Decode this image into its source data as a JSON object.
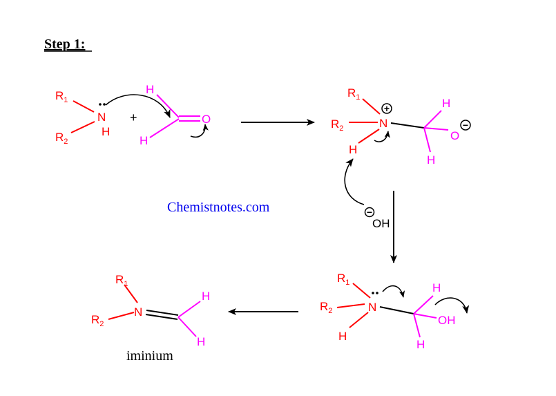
{
  "step_label": "Step 1:",
  "watermark": "Chemistnotes.com",
  "product_label": "iminium",
  "plus_sign": "+",
  "lone_pair": "··",
  "atoms": {
    "R": "R",
    "sub1": "1",
    "sub2": "2",
    "N": "N",
    "H": "H",
    "O": "O",
    "OH": "OH"
  },
  "charges": {
    "plus": "+",
    "minus": "−"
  },
  "colors": {
    "amine": "#ff0000",
    "carbonyl": "#ff00ff",
    "arrows": "#000000",
    "watermark": "#0000ee"
  }
}
